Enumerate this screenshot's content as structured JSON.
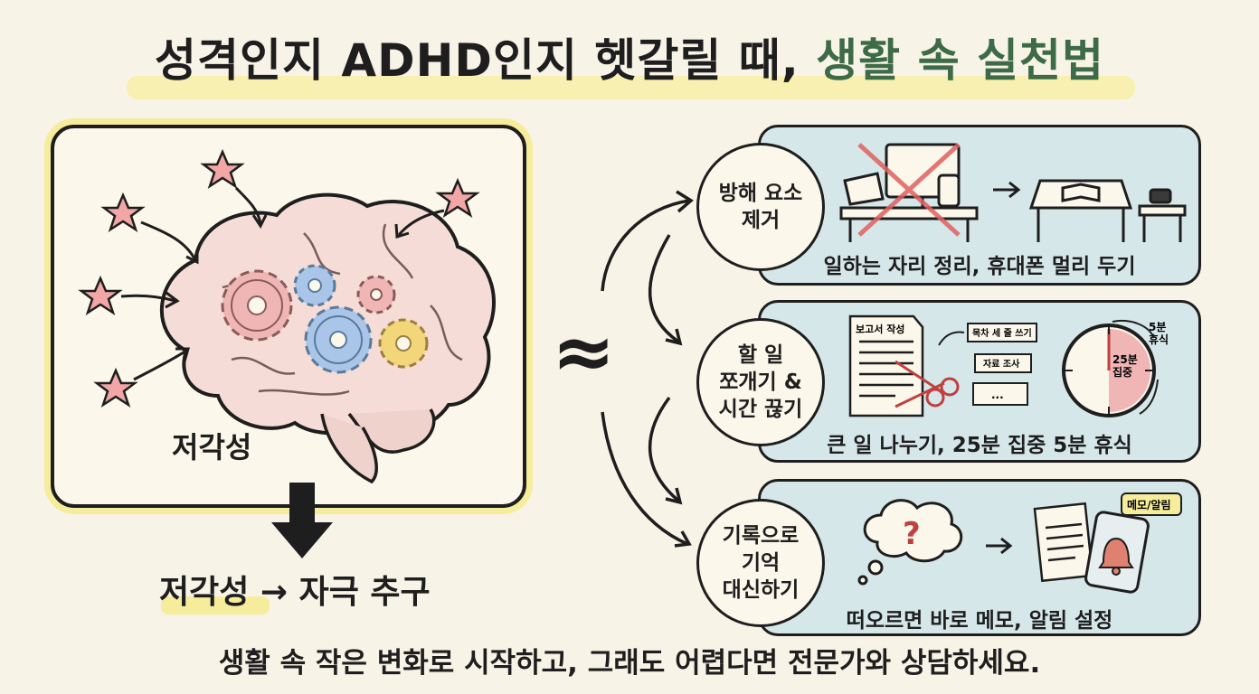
{
  "title": {
    "part1": "성격인지 ADHD인지 헷갈릴 때, ",
    "part2": "생활 속 실천법"
  },
  "left": {
    "brain_label": "저각성",
    "result_label": "저각성 → 자극 추구"
  },
  "approx_symbol": "≈",
  "strategies": [
    {
      "circle": "방해 요소\n제거",
      "caption": "일하는 자리 정리, 휴대폰 멀리 두기"
    },
    {
      "circle": "할 일\n쪼개기 &\n시간 끊기",
      "caption": "큰 일 나누기, 25분 집중 5분 휴식",
      "doc_label": "보고서 작성",
      "tasks": [
        "목차 세 줄 쓰기",
        "자료 조사",
        "..."
      ],
      "timer_focus": "25분\n집중",
      "timer_break": "5분\n휴식"
    },
    {
      "circle": "기록으로\n기억\n대신하기",
      "caption": "떠오르면 바로 메모, 알림 설정",
      "memo_tag": "메모/알림",
      "question": "?"
    }
  ],
  "footer": "생활 속 작은 변화로 시작하고, 그래도 어렵다면 전문가와 상담하세요.",
  "colors": {
    "background": "#f8f3e7",
    "highlight": "#f5ec9c",
    "accent_green": "#3d6b47",
    "card_blue": "#d6e7ea",
    "star_pink": "#f2a6a6",
    "gear_pink": "#f0b6b6",
    "gear_blue": "#a9c6e8",
    "gear_yellow": "#f3d57a",
    "cross_red": "#e06060"
  }
}
